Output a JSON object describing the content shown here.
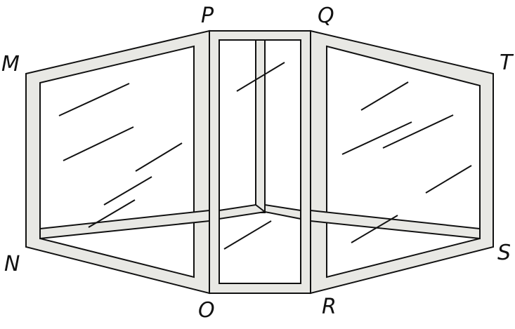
{
  "vertices": {
    "M": "M",
    "N": "N",
    "O": "O",
    "P": "P",
    "Q": "Q",
    "R": "R",
    "S": "S",
    "T": "T"
  }
}
